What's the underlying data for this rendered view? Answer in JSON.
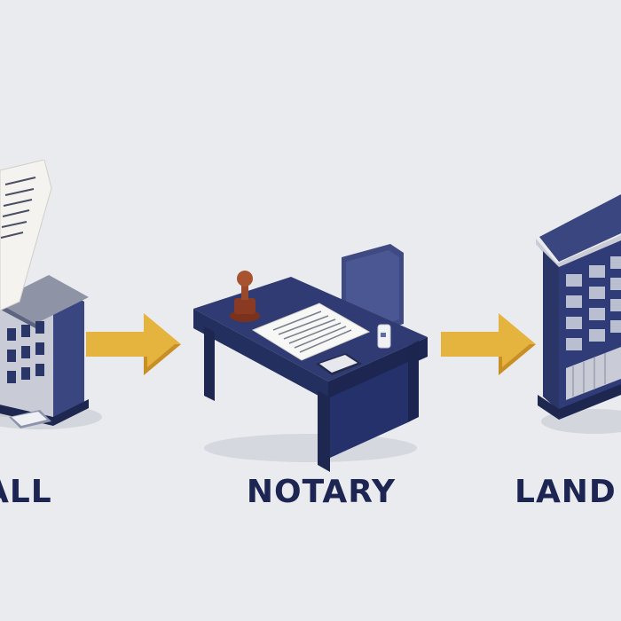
{
  "steps": [
    {
      "label": "ALL"
    },
    {
      "label": "NOTARY"
    },
    {
      "label": "LAND"
    }
  ],
  "colors": {
    "background": "#e9ebef",
    "navy": "#2a3668",
    "navy_dark": "#1e274f",
    "arrow_gold": "#e5b43f",
    "paper": "#f7f7f5",
    "stamp": "#8a3a22",
    "label": "#1d2553"
  },
  "icons": [
    "city-hall-building-icon",
    "document-icon",
    "notary-desk-icon",
    "stamp-icon",
    "chair-icon",
    "land-registry-building-icon",
    "arrow-right-icon"
  ]
}
